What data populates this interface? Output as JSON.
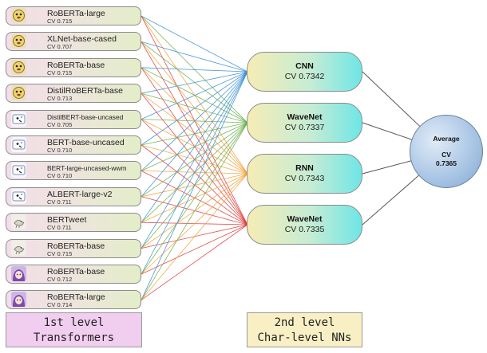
{
  "transformers": [
    {
      "name": "RoBERTa-large",
      "cv": "CV 0.715",
      "icon": "dog-sticker-icon",
      "small": false
    },
    {
      "name": "XLNet-base-cased",
      "cv": "CV 0.707",
      "icon": "dog-sticker-icon",
      "small": false
    },
    {
      "name": "RoBERTa-base",
      "cv": "CV 0.715",
      "icon": "dog-sticker-icon",
      "small": false
    },
    {
      "name": "DistilRoBERTa-base",
      "cv": "CV 0.713",
      "icon": "dog-sticker-icon",
      "small": false
    },
    {
      "name": "DistilBERT-base-uncased",
      "cv": "CV 0.705",
      "icon": "cow-sticker-icon",
      "small": true
    },
    {
      "name": "BERT-base-uncased",
      "cv": "CV 0.710",
      "icon": "cow-sticker-icon",
      "small": false
    },
    {
      "name": "BERT-large-uncased-wwm",
      "cv": "CV 0.710",
      "icon": "cow-sticker-icon",
      "small": true
    },
    {
      "name": "ALBERT-large-v2",
      "cv": "CV 0.711",
      "icon": "cow-sticker-icon",
      "small": false
    },
    {
      "name": "BERTweet",
      "cv": "CV 0.711",
      "icon": "bird-sketch-icon",
      "small": false
    },
    {
      "name": "RoBERTa-base",
      "cv": "CV 0.715",
      "icon": "bird-sketch-icon",
      "small": false
    },
    {
      "name": "RoBERTa-base",
      "cv": "CV 0.712",
      "icon": "anime-girl-icon",
      "small": false
    },
    {
      "name": "RoBERTa-large",
      "cv": "CV 0.714",
      "icon": "anime-girl-icon",
      "small": false
    }
  ],
  "second_level": [
    {
      "name": "CNN",
      "cv": "CV 0.7342"
    },
    {
      "name": "WaveNet",
      "cv": "CV 0.7337"
    },
    {
      "name": "RNN",
      "cv": "CV 0.7343"
    },
    {
      "name": "WaveNet",
      "cv": "CV 0.7335"
    }
  ],
  "average": {
    "title": "Average",
    "cv_label": "CV",
    "score": "0.7365"
  },
  "legend": {
    "first": {
      "line1": "1st level",
      "line2": "Transformers"
    },
    "second": {
      "line1": "2nd level",
      "line2": "Char-level NNs"
    }
  },
  "colors": {
    "to_cnn": "#3b8fd6",
    "to_wavenet1": "#6ab04c",
    "to_rnn": "#f5a33a",
    "to_wavenet2": "#e03c3c",
    "to_average": "#555555"
  }
}
